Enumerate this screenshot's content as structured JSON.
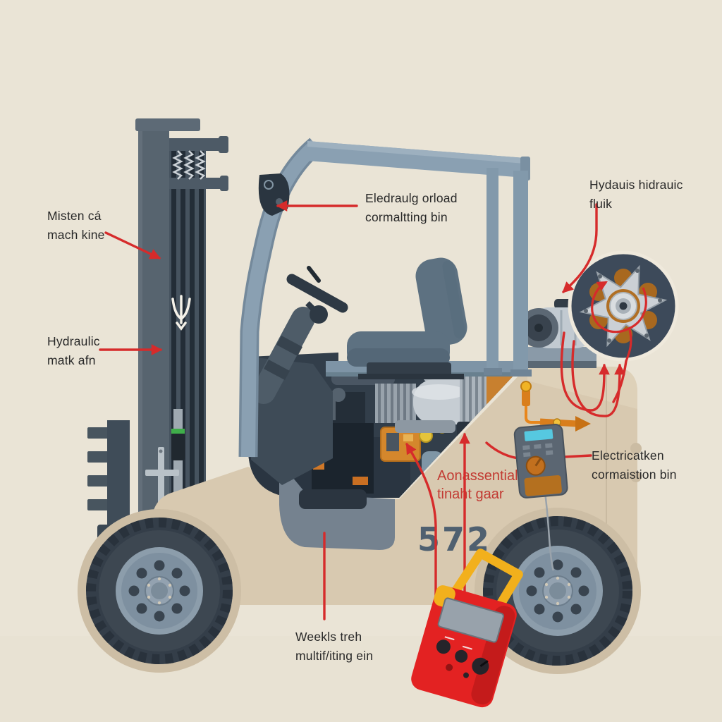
{
  "scene": {
    "description": "Cutaway maintenance diagram of a counterbalance forklift with red annotation arrows, a circular gear-pump detail inset, a handheld tester and a red clamp multimeter",
    "background_color": "#eae4d6",
    "annotation_red": "#d62b2b",
    "wire_orange": "#d97e1c",
    "body_tan": "#d8c9b0",
    "frame_blue_gray": "#8aa0b2"
  },
  "labels": {
    "mast_chain": {
      "line1": "Misten cá",
      "line2": "mach kine"
    },
    "hydraulic_mast": {
      "line1": "Hydraulic",
      "line2": "matk afn"
    },
    "overhead_bracket": {
      "line1": "Eledraulg orload",
      "line2": "cormaltting bin"
    },
    "hydraulic_fluid": {
      "line1": "Hydauis hidrauic",
      "line2": "fluik"
    },
    "electrical_compartment": {
      "line1": "Electricatken",
      "line2": "cormaistion bin"
    },
    "essential_gear": {
      "line1": "Aonassential",
      "line2": "tinaht gaar"
    },
    "weekly_check": {
      "line1": "Weekls treh",
      "line2": "multif/iting ein"
    }
  },
  "markings": {
    "body_number": "572"
  }
}
